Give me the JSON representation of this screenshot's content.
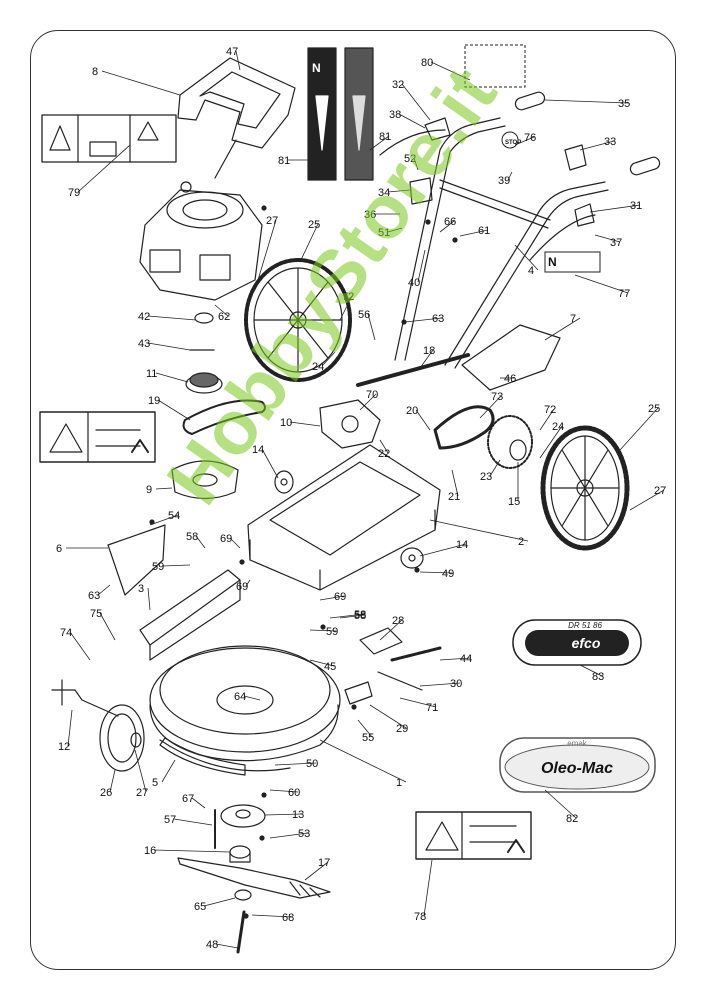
{
  "watermark": "HobbyStore.it",
  "logos": {
    "efco": {
      "model": "DR 51 86",
      "brand": "efco"
    },
    "oleomac": {
      "top": "emak",
      "brand": "Oleo-Mac"
    }
  },
  "label_codes": [
    "N",
    "N",
    "STOP"
  ],
  "callouts": [
    {
      "id": "c47",
      "text": "47"
    },
    {
      "id": "c8",
      "text": "8"
    },
    {
      "id": "c80",
      "text": "80"
    },
    {
      "id": "c32",
      "text": "32"
    },
    {
      "id": "c35",
      "text": "35"
    },
    {
      "id": "c38",
      "text": "38"
    },
    {
      "id": "c81a",
      "text": "81"
    },
    {
      "id": "c81b",
      "text": "81"
    },
    {
      "id": "c76",
      "text": "76"
    },
    {
      "id": "c33",
      "text": "33"
    },
    {
      "id": "c52",
      "text": "52"
    },
    {
      "id": "c39",
      "text": "39"
    },
    {
      "id": "c34",
      "text": "34"
    },
    {
      "id": "c36",
      "text": "36"
    },
    {
      "id": "c66",
      "text": "66"
    },
    {
      "id": "c31",
      "text": "31"
    },
    {
      "id": "c61",
      "text": "61"
    },
    {
      "id": "c51",
      "text": "51"
    },
    {
      "id": "c37",
      "text": "37"
    },
    {
      "id": "c79",
      "text": "79"
    },
    {
      "id": "c27a",
      "text": "27"
    },
    {
      "id": "c25a",
      "text": "25"
    },
    {
      "id": "c40",
      "text": "40"
    },
    {
      "id": "c4",
      "text": "4"
    },
    {
      "id": "c77",
      "text": "77"
    },
    {
      "id": "c72a",
      "text": "72"
    },
    {
      "id": "c42",
      "text": "42"
    },
    {
      "id": "c62",
      "text": "62"
    },
    {
      "id": "c56",
      "text": "56"
    },
    {
      "id": "c63a",
      "text": "63"
    },
    {
      "id": "c7",
      "text": "7"
    },
    {
      "id": "c43",
      "text": "43"
    },
    {
      "id": "c24a",
      "text": "24"
    },
    {
      "id": "c18",
      "text": "18"
    },
    {
      "id": "c46",
      "text": "46"
    },
    {
      "id": "c11",
      "text": "11"
    },
    {
      "id": "c19",
      "text": "19"
    },
    {
      "id": "c70",
      "text": "70"
    },
    {
      "id": "c73",
      "text": "73"
    },
    {
      "id": "c25b",
      "text": "25"
    },
    {
      "id": "c20",
      "text": "20"
    },
    {
      "id": "c10",
      "text": "10"
    },
    {
      "id": "c72b",
      "text": "72"
    },
    {
      "id": "c24b",
      "text": "24"
    },
    {
      "id": "c22",
      "text": "22"
    },
    {
      "id": "c14a",
      "text": "14"
    },
    {
      "id": "c23",
      "text": "23"
    },
    {
      "id": "c21",
      "text": "21"
    },
    {
      "id": "c15",
      "text": "15"
    },
    {
      "id": "c27b",
      "text": "27"
    },
    {
      "id": "c9",
      "text": "9"
    },
    {
      "id": "c54",
      "text": "54"
    },
    {
      "id": "c58a",
      "text": "58"
    },
    {
      "id": "c69a",
      "text": "69"
    },
    {
      "id": "c2",
      "text": "2"
    },
    {
      "id": "c6",
      "text": "6"
    },
    {
      "id": "c59a",
      "text": "59"
    },
    {
      "id": "c58b",
      "text": "58"
    },
    {
      "id": "c14b",
      "text": "14"
    },
    {
      "id": "c49",
      "text": "49"
    },
    {
      "id": "c63b",
      "text": "63"
    },
    {
      "id": "c3",
      "text": "3"
    },
    {
      "id": "c69b",
      "text": "69"
    },
    {
      "id": "c69c",
      "text": "69"
    },
    {
      "id": "c75",
      "text": "75"
    },
    {
      "id": "c58c",
      "text": "58"
    },
    {
      "id": "c59b",
      "text": "59"
    },
    {
      "id": "c28",
      "text": "28"
    },
    {
      "id": "c74",
      "text": "74"
    },
    {
      "id": "c45",
      "text": "45"
    },
    {
      "id": "c44",
      "text": "44"
    },
    {
      "id": "c83",
      "text": "83"
    },
    {
      "id": "c30",
      "text": "30"
    },
    {
      "id": "c64",
      "text": "64"
    },
    {
      "id": "c71",
      "text": "71"
    },
    {
      "id": "c12",
      "text": "12"
    },
    {
      "id": "c55",
      "text": "55"
    },
    {
      "id": "c29",
      "text": "29"
    },
    {
      "id": "c26",
      "text": "26"
    },
    {
      "id": "c27c",
      "text": "27"
    },
    {
      "id": "c5",
      "text": "5"
    },
    {
      "id": "c50",
      "text": "50"
    },
    {
      "id": "c1",
      "text": "1"
    },
    {
      "id": "c60",
      "text": "60"
    },
    {
      "id": "c82",
      "text": "82"
    },
    {
      "id": "c67",
      "text": "67"
    },
    {
      "id": "c13",
      "text": "13"
    },
    {
      "id": "c57",
      "text": "57"
    },
    {
      "id": "c53",
      "text": "53"
    },
    {
      "id": "c16",
      "text": "16"
    },
    {
      "id": "c17",
      "text": "17"
    },
    {
      "id": "c65",
      "text": "65"
    },
    {
      "id": "c68",
      "text": "68"
    },
    {
      "id": "c78",
      "text": "78"
    },
    {
      "id": "c48",
      "text": "48"
    }
  ]
}
